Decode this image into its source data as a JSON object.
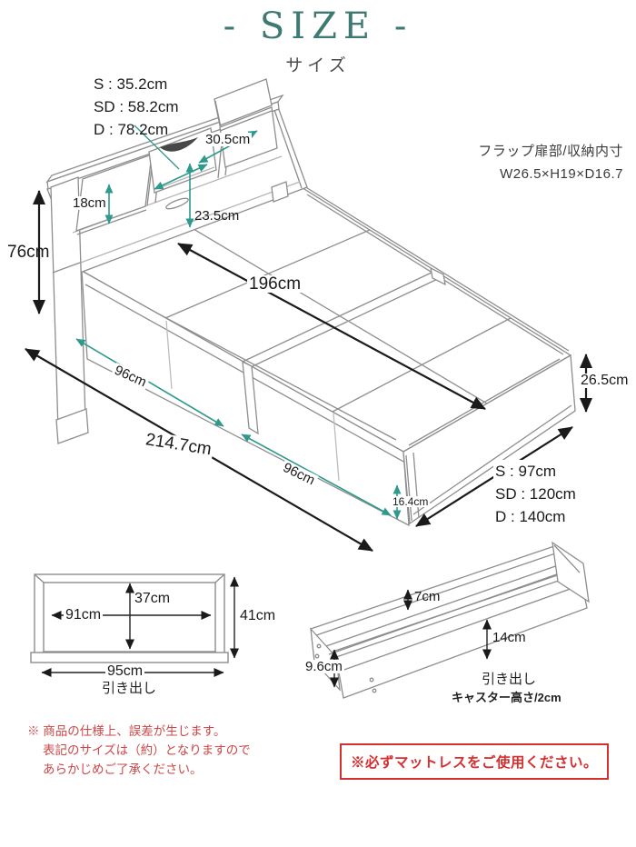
{
  "header": {
    "title": "- SIZE -",
    "subtitle": "サイズ"
  },
  "colors": {
    "accent_teal": "#2f9a8c",
    "title_teal": "#3e7a72",
    "warning_red": "#d43030",
    "note_red": "#cc4747",
    "line_gray": "#8d8d8d"
  },
  "bed": {
    "headboard_inner_widths": [
      "S : 35.2cm",
      "SD : 58.2cm",
      "D : 78.2cm"
    ],
    "flap_note": [
      "フラップ扉部/収納内寸",
      "W26.5×H19×D16.7"
    ],
    "dims": {
      "flap_open_depth": "30.5cm",
      "flap_height": "18cm",
      "shelf_front_height": "23.5cm",
      "headboard_height": "76cm",
      "inner_length": "196cm",
      "left_section_length": "96cm",
      "total_length": "214.7cm",
      "right_section_length": "96cm",
      "base_height": "16.4cm",
      "frame_height": "26.5cm"
    },
    "widths": [
      "S : 97cm",
      "SD : 120cm",
      "D : 140cm"
    ]
  },
  "drawer_front": {
    "inner_height": "37cm",
    "inner_width": "91cm",
    "outer_height": "41cm",
    "outer_width": "95cm",
    "label": "引き出し"
  },
  "drawer_3d": {
    "side_depth": "7cm",
    "front_height": "14cm",
    "back_height": "9.6cm",
    "label": "引き出し",
    "caster_note": "キャスター高さ/2cm"
  },
  "notes": {
    "disclaimer": [
      "※ 商品の仕様上、誤差が生じます。",
      "表記のサイズは（約）となりますので",
      "あらかじめご了承ください。"
    ],
    "mattress_warning": "※必ずマットレスをご使用ください。"
  }
}
